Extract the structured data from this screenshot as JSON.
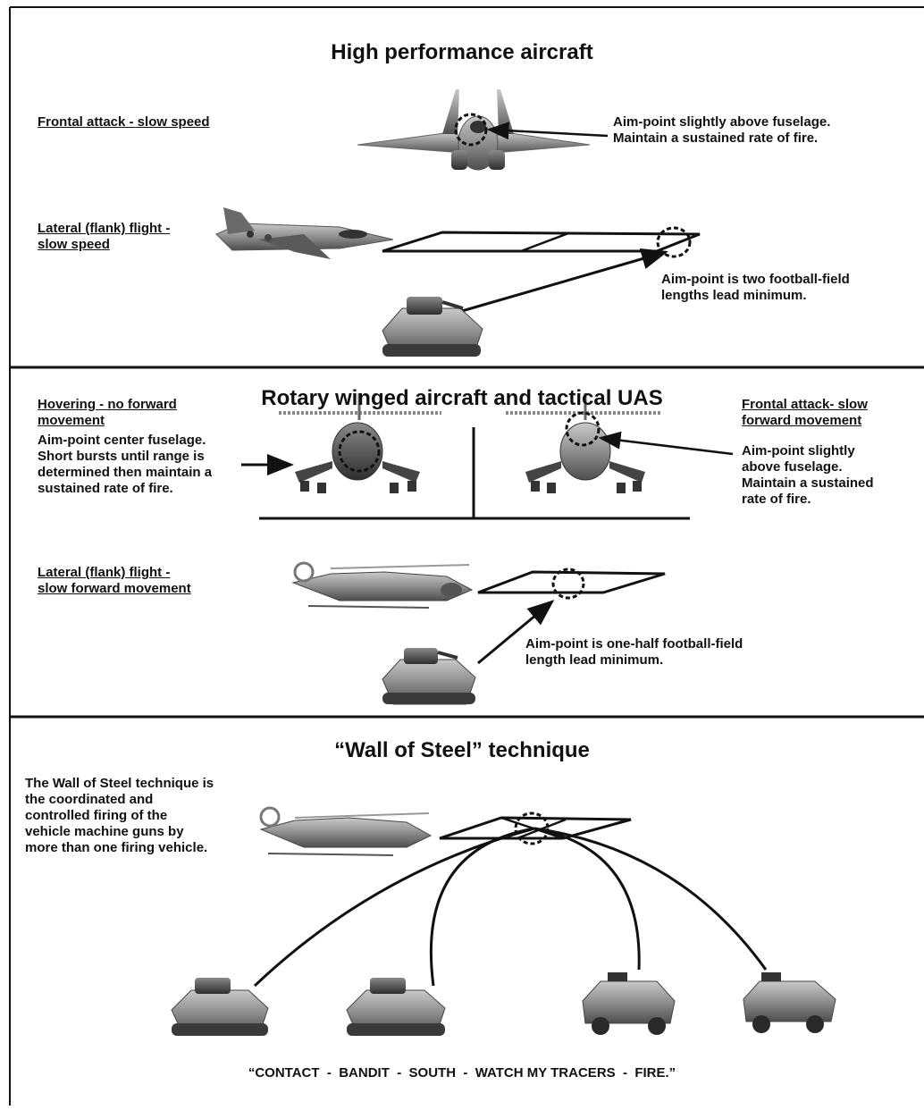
{
  "section1": {
    "title": "High performance aircraft",
    "frontal_label": "Frontal attack - slow speed",
    "frontal_note_line1": "Aim-point slightly above fuselage.",
    "frontal_note_line2": "Maintain a sustained rate of fire.",
    "lateral_label_line1": "Lateral (flank) flight -",
    "lateral_label_line2": "slow speed",
    "lateral_note_line1": "Aim-point is two football-field",
    "lateral_note_line2": "lengths lead minimum."
  },
  "section2": {
    "title": "Rotary winged aircraft and tactical UAS",
    "hover_label_line1": "Hovering - no forward",
    "hover_label_line2": "movement",
    "hover_note_line1": "Aim-point center fuselage.",
    "hover_note_line2": "Short bursts until range is",
    "hover_note_line3": "determined then maintain a",
    "hover_note_line4": "sustained rate of fire.",
    "frontal_label_line1": "Frontal attack- slow",
    "frontal_label_line2": "forward movement",
    "frontal_note_line1": "Aim-point slightly",
    "frontal_note_line2": "above fuselage.",
    "frontal_note_line3": "Maintain a sustained",
    "frontal_note_line4": "rate of fire.",
    "lateral_label_line1": "Lateral (flank) flight -",
    "lateral_label_line2": "slow forward movement",
    "lateral_note_line1": "Aim-point is one-half football-field",
    "lateral_note_line2": "length lead minimum."
  },
  "section3": {
    "title": "“Wall of Steel” technique",
    "note_line1": "The Wall of Steel technique is",
    "note_line2": "the coordinated and",
    "note_line3": "controlled firing of the",
    "note_line4": "vehicle machine guns by",
    "note_line5": "more than one firing vehicle.",
    "quote": "“CONTACT  -  BANDIT  -  SOUTH  -  WATCH MY TRACERS  -  FIRE.”"
  }
}
